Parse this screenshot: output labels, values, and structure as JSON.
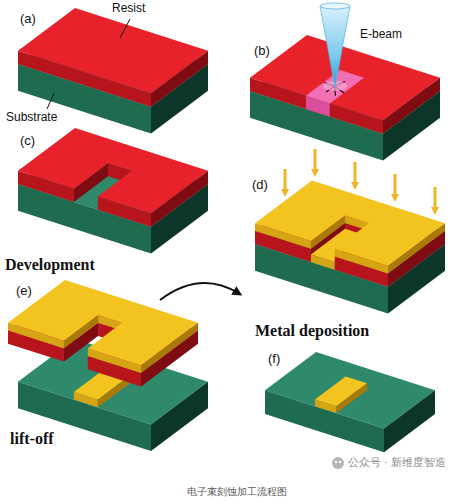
{
  "diagram": {
    "caption": "电子束刻蚀加工流程图",
    "labels": [
      "(a)",
      "Resist",
      "Substrate",
      "(b)",
      "E-beam",
      "(c)",
      "Development",
      "(d)",
      "Metal deposition",
      "(e)",
      "lift-off",
      "(f)",
      "公众号 · 新维度智造"
    ]
  }
}
